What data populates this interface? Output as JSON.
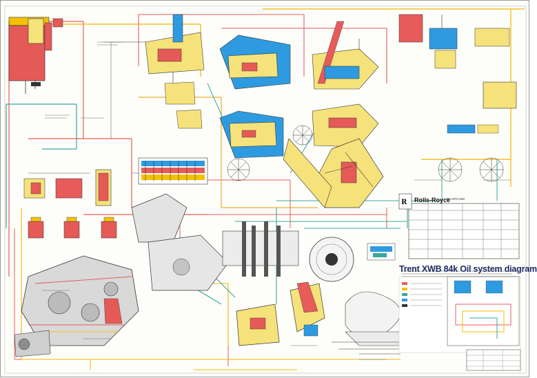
{
  "document": {
    "title": "Trent XWB 84k Oil system diagram",
    "brand": "Rolls-Royce",
    "table_heading": "IBA MTO 84K"
  },
  "colors": {
    "feed_oil": "#e85b5b",
    "scavenge_oil": "#f2c200",
    "vent_air": "#3aa6a0",
    "sump_blue": "#2e9be0",
    "casing_yellow": "#f5e27a",
    "tank_red": "#e55a57",
    "line_dark": "#222222"
  }
}
